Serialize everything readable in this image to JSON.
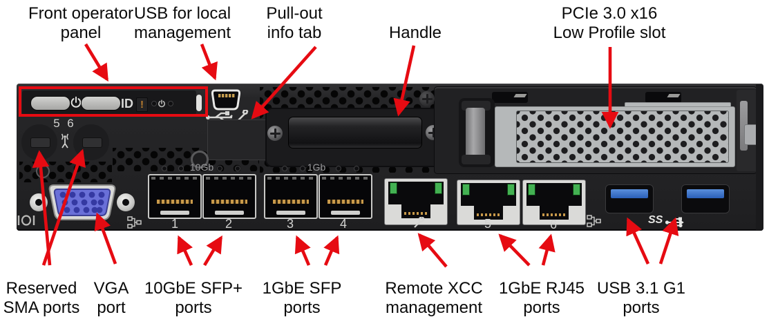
{
  "figure": {
    "callouts_top": [
      {
        "name": "front-operator-panel",
        "lines": [
          "Front operator",
          "panel"
        ]
      },
      {
        "name": "usb-local-management",
        "lines": [
          "USB for local",
          "management"
        ]
      },
      {
        "name": "pull-out-info-tab",
        "lines": [
          "Pull-out",
          "info tab"
        ]
      },
      {
        "name": "handle",
        "lines": [
          "Handle"
        ]
      },
      {
        "name": "pcie-slot",
        "lines": [
          "PCIe 3.0 x16",
          "Low Profile slot"
        ]
      }
    ],
    "callouts_bottom": [
      {
        "name": "reserved-sma-ports",
        "lines": [
          "Reserved",
          "SMA ports"
        ]
      },
      {
        "name": "vga-port",
        "lines": [
          "VGA",
          "port"
        ]
      },
      {
        "name": "10gbe-sfp-ports",
        "lines": [
          "10GbE SFP+",
          "ports"
        ]
      },
      {
        "name": "1gbe-sfp-ports",
        "lines": [
          "1GbE SFP",
          "ports"
        ]
      },
      {
        "name": "remote-xcc-management",
        "lines": [
          "Remote XCC",
          "management"
        ]
      },
      {
        "name": "1gbe-rj45-ports",
        "lines": [
          "1GbE RJ45",
          "ports"
        ]
      },
      {
        "name": "usb31-g1-ports",
        "lines": [
          "USB 3.1 G1",
          "ports"
        ]
      }
    ]
  },
  "chassis": {
    "operator_panel": {
      "id_button_label": "ID",
      "warning_indicator": "!"
    },
    "sma_port_numbers": [
      "5",
      "6"
    ],
    "speed_labels": {
      "sfp_10g": "10Gb",
      "sfp_1g": "1Gb"
    },
    "sfp_port_numbers": [
      "1",
      "2",
      "3",
      "4"
    ],
    "rj45_port_numbers": [
      "5",
      "6"
    ],
    "usb_superspeed_label": "SS"
  },
  "colors": {
    "callout_red": "#e60b12",
    "chassis_dark": "#232325",
    "pcie_blank_silver": "#b5b8b9",
    "vga_blue": "#6a70d8",
    "rj45_led_green": "#43b152",
    "usb_tongue_blue": "#3a74cc"
  }
}
